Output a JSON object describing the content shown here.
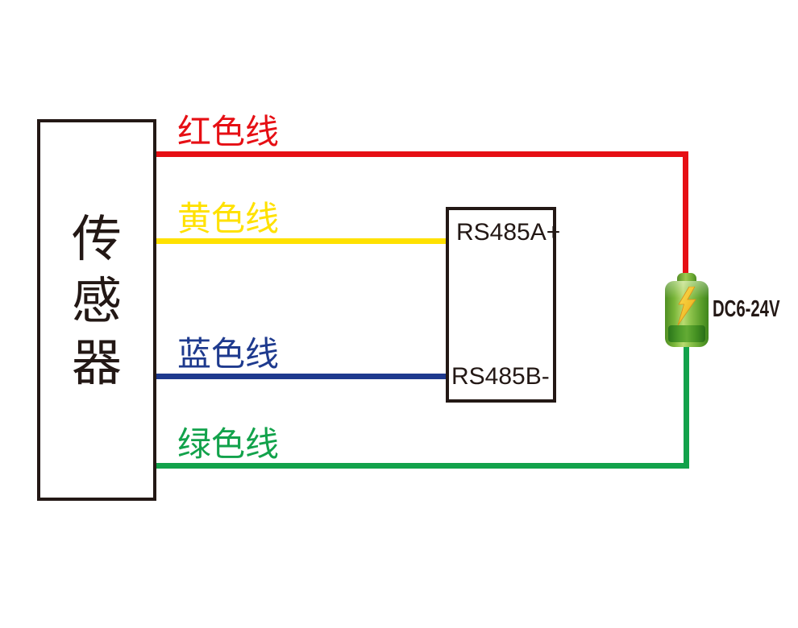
{
  "diagram": {
    "title": "sensor-rs485-wiring-diagram",
    "background": "#ffffff",
    "ink_color": "#231815"
  },
  "sensor": {
    "label": "传感器",
    "chars": [
      "传",
      "感",
      "器"
    ]
  },
  "wires": {
    "red": {
      "label": "红色线",
      "color": "#e60f14"
    },
    "yellow": {
      "label": "黄色线",
      "color": "#ffe100"
    },
    "blue": {
      "label": "蓝色线",
      "color": "#1e3a8e"
    },
    "green": {
      "label": "绿色线",
      "color": "#12a24b"
    }
  },
  "rs485": {
    "terminal_a": "RS485A+",
    "terminal_b": "RS485B-"
  },
  "power": {
    "label": "DC6-24V",
    "icon": "battery-lightning-icon",
    "body_color": "#7ab63a",
    "bolt_color": "#f2c12e"
  }
}
